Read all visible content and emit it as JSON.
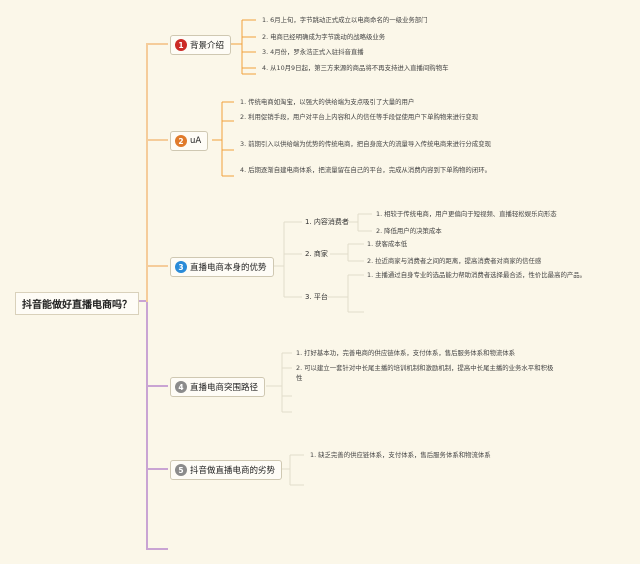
{
  "root": "抖音能做好直播电商吗？",
  "colors": {
    "purple": "#c9a4d3",
    "orange": "#f2a03b",
    "b1": "#cc2a26",
    "b2": "#e07a2b",
    "b3": "#2a8bd8",
    "b4": "#8b8b8b",
    "b5": "#8b8b8b"
  },
  "branches": [
    {
      "badge": "1",
      "label": "背景介绍",
      "items": [
        "1. 6月上旬，字节跳动正式成立以电商命名的一级业务部门",
        "2. 电商已经明确成为字节跳动的战略级业务",
        "3. 4月份，罗永浩正式入驻抖音直播",
        "4. 从10月9日起，第三方来源的商品将不再支持进入直播间购物车"
      ]
    },
    {
      "badge": "2",
      "label": "uA",
      "items": [
        "1. 传统电商如淘宝，以强大的供给端为支点吸引了大量的用户",
        "2. 利用促销手段，用户对平台上内容和人的信任等手段促使用户下单购物来进行变现",
        "3. 前期引入以供给端为优势的传统电商，把自身庞大的流量导入传统电商来进行分成变现",
        "4. 后期逐渐自建电商体系，把流量留在自己的平台，完成从消费内容到下单购物的闭环。"
      ]
    },
    {
      "badge": "3",
      "label": "直播电商本身的优势",
      "subs": [
        {
          "label": "1. 内容消费者",
          "items": [
            "1. 相较于传统电商，用户更偏向于短视频、直播轻松娱乐向形态",
            "2. 降低用户的决策成本"
          ]
        },
        {
          "label": "2. 商家",
          "items": [
            "1. 获客成本低",
            "2. 拉近商家与消费者之间的距离，提高消费者对商家的信任感"
          ]
        },
        {
          "label": "3. 平台",
          "items": [
            "1. 主播通过自身专业的选品能力帮助消费者选择最合适，性价比最高的产品。"
          ]
        }
      ]
    },
    {
      "badge": "4",
      "label": "直播电商突围路径",
      "items": [
        "1. 打好基本功，完善电商的供应链体系，支付体系，售后服务体系和物流体系",
        "2. 可以建立一套针对中长尾主播的培训机制和激励机制，提高中长尾主播的业务水平和积极性"
      ]
    },
    {
      "badge": "5",
      "label": "抖音做直播电商的劣势",
      "items": [
        "1. 缺乏完善的供应链体系，支付体系，售后服务体系和物流体系"
      ]
    }
  ]
}
